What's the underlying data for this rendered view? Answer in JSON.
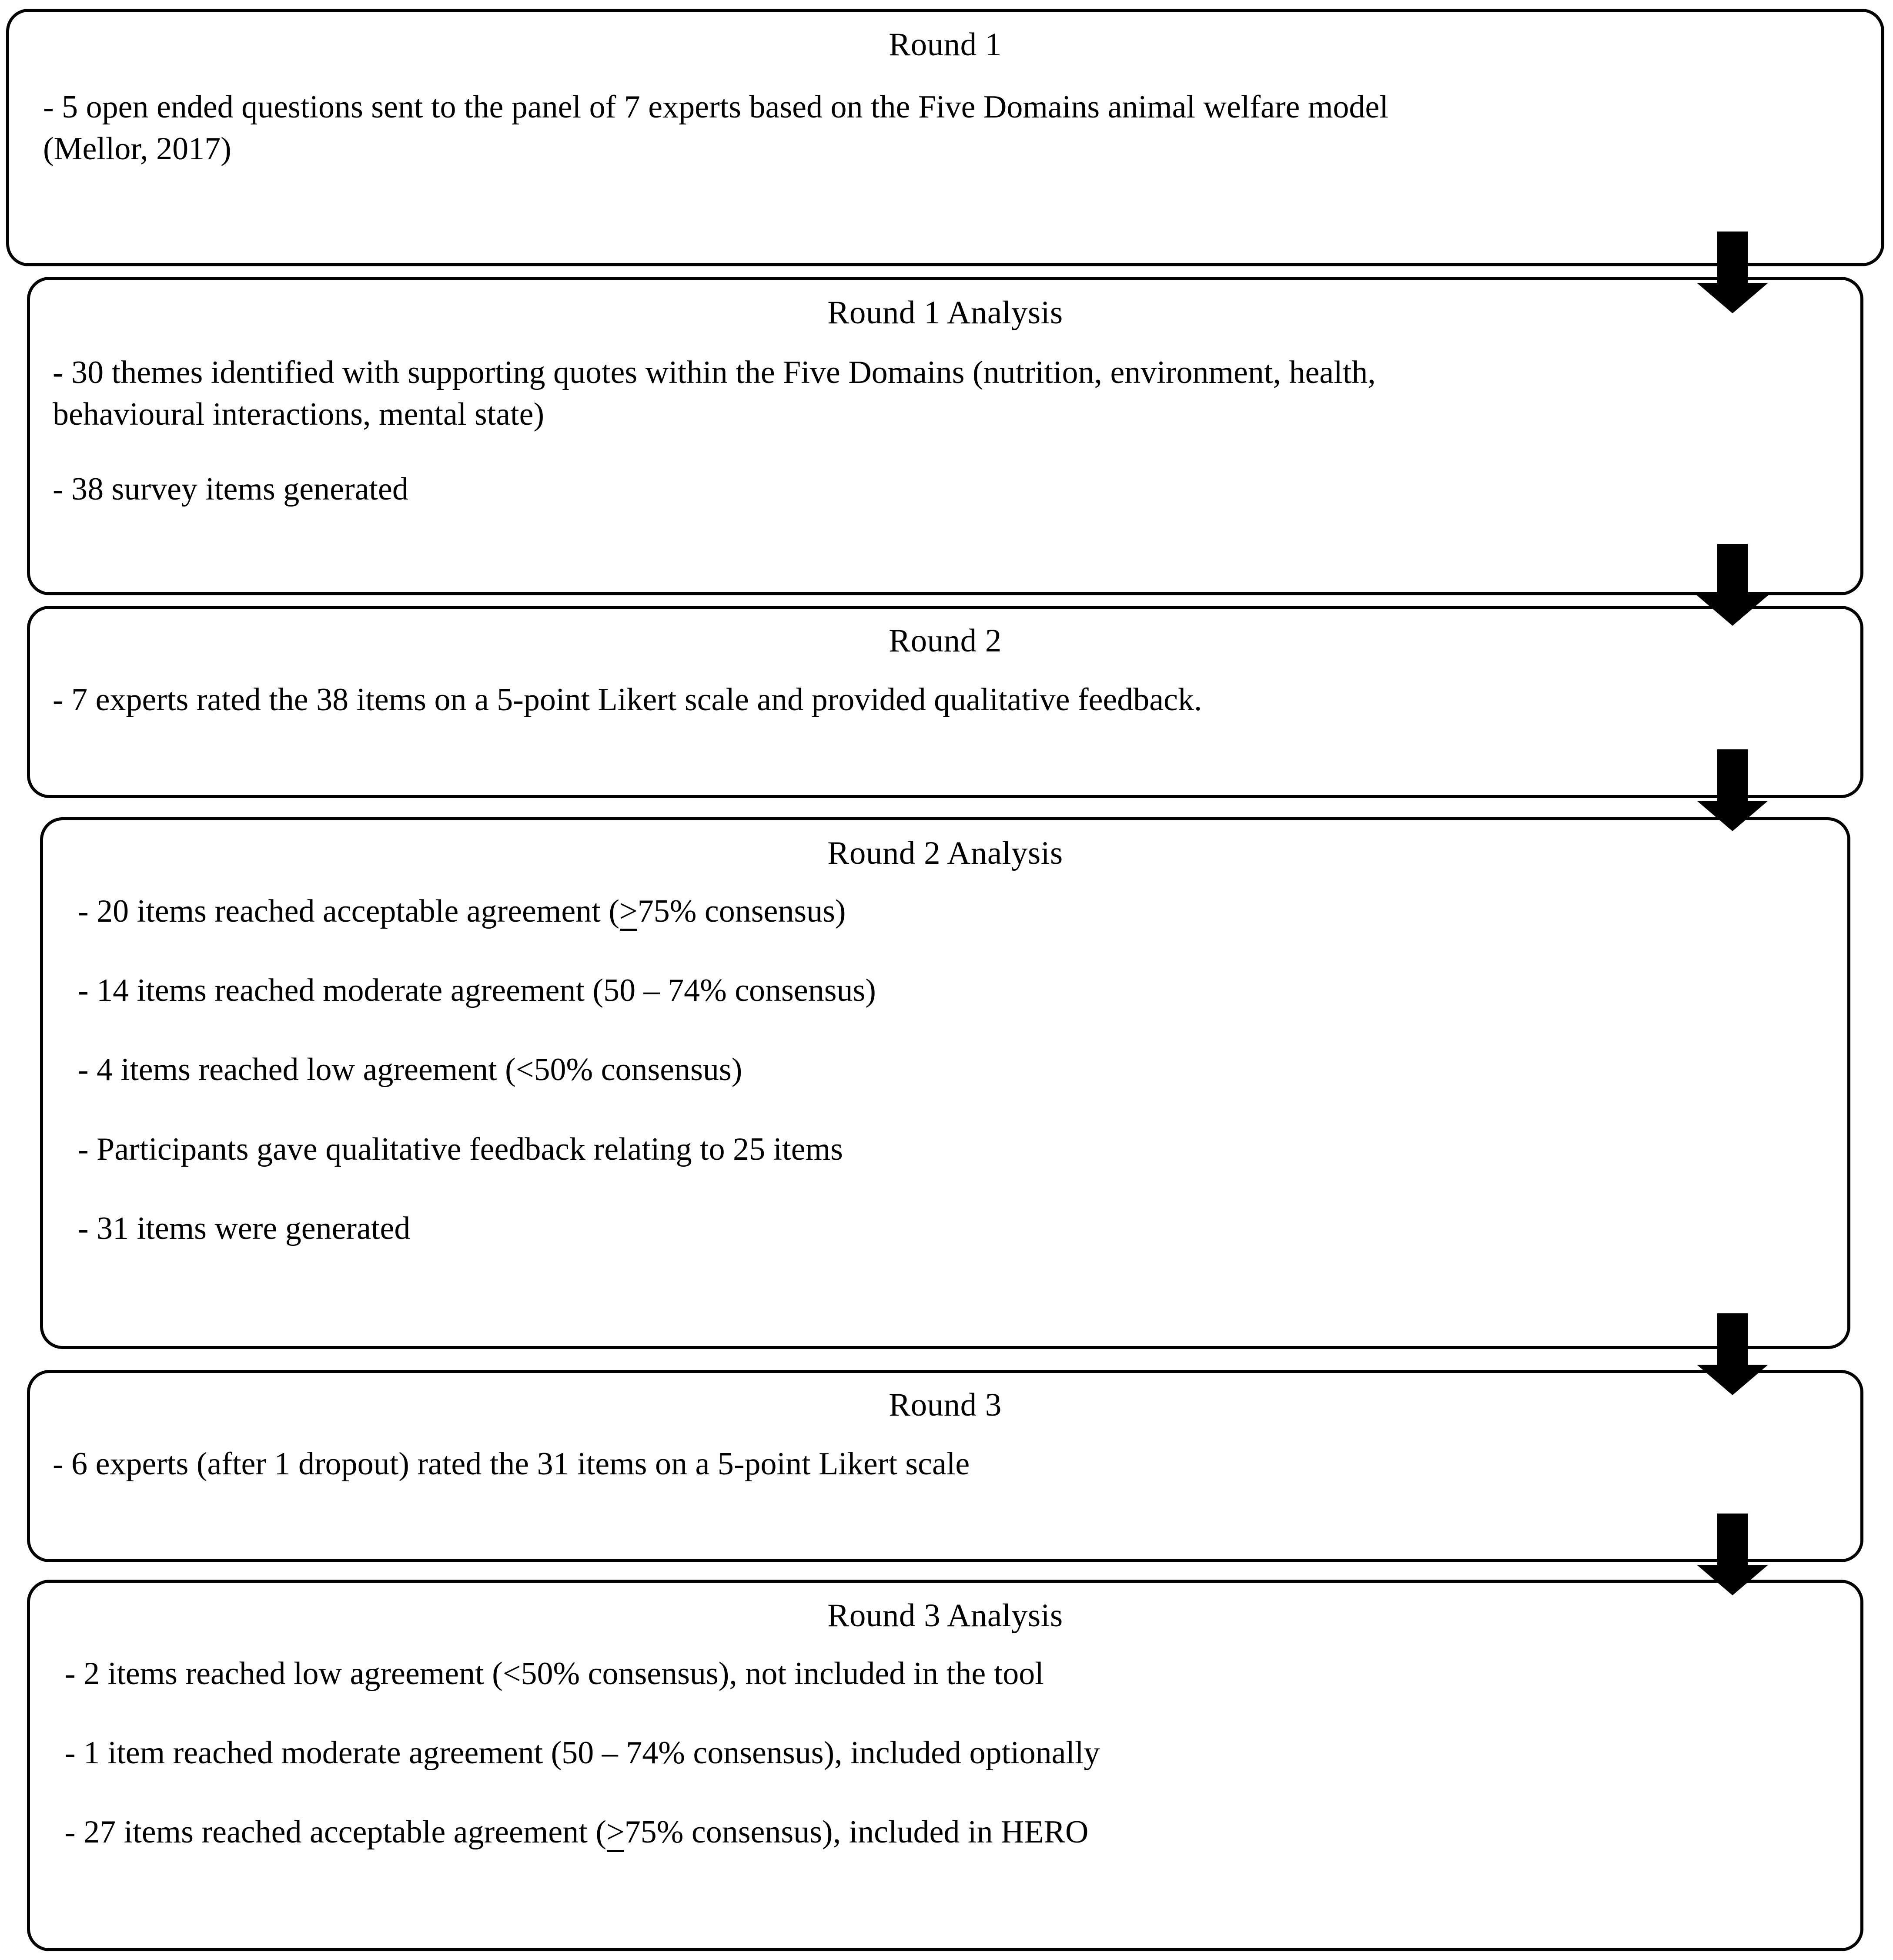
{
  "figure": {
    "type": "flowchart",
    "orientation": "vertical",
    "box_border_color": "#000000",
    "background_color": "#ffffff",
    "arrow_color": "#000000"
  },
  "boxes": [
    {
      "id": "round-1",
      "title": "Round 1",
      "lines": [
        "- 5 open ended questions sent to the panel of 7 experts based on the Five Domains animal welfare model",
        "(Mellor, 2017)"
      ]
    },
    {
      "id": "round-1-analysis",
      "title": "Round 1 Analysis",
      "lines": [
        "- 30 themes identified with supporting quotes within the Five Domains (nutrition, environment, health,",
        "behavioural interactions, mental state)",
        "- 38 survey items generated"
      ]
    },
    {
      "id": "round-2",
      "title": "Round 2",
      "lines": [
        "- 7 experts rated the 38 items on a 5-point Likert scale and provided qualitative feedback."
      ]
    },
    {
      "id": "round-2-analysis",
      "title": "Round 2 Analysis",
      "lines": [
        "- 20 items reached acceptable agreement (≥75% consensus)",
        "- 14 items reached moderate agreement (50 – 74% consensus)",
        "- 4 items reached low agreement (<50% consensus)",
        "- Participants gave qualitative feedback relating to 25 items",
        "- 31 items were generated"
      ]
    },
    {
      "id": "round-3",
      "title": "Round 3",
      "lines": [
        "- 6 experts (after 1 dropout) rated the 31 items on a 5-point Likert scale"
      ]
    },
    {
      "id": "round-3-analysis",
      "title": "Round 3 Analysis",
      "lines": [
        "- 2 items reached low agreement (<50% consensus), not included in the tool",
        "- 1 item reached moderate agreement (50 – 74% consensus), included optionally",
        "- 27 items reached acceptable agreement (≥75% consensus), included in HERO"
      ]
    }
  ],
  "text": {
    "round1_title": "Round 1",
    "round1_line1_a": "- 5 open ended questions sent to the panel of 7 experts based on the Five Domains animal welfare model",
    "round1_line1_b": "(Mellor, 2017)",
    "round1anal_title": "Round 1 Analysis",
    "round1anal_line1_a": "- 30 themes identified with supporting quotes within the Five Domains (nutrition, environment, health,",
    "round1anal_line1_b": "behavioural interactions, mental state)",
    "round1anal_line2": "- 38 survey items generated",
    "round2_title": "Round 2",
    "round2_line1": "- 7 experts rated the 38 items on a 5-point Likert scale and provided qualitative feedback.",
    "round2anal_title": "Round 2 Analysis",
    "round2anal_b1_pre": "- 20 items reached acceptable agreement (",
    "round2anal_b1_geq": ">",
    "round2anal_b1_post": "75% consensus)",
    "round2anal_b2": "- 14 items reached moderate agreement (50 – 74% consensus)",
    "round2anal_b3": "- 4 items reached low agreement (<50% consensus)",
    "round2anal_b4": "- Participants gave qualitative feedback relating to 25 items",
    "round2anal_b5": "- 31 items were generated",
    "round3_title": "Round 3",
    "round3_line1": "- 6 experts (after 1 dropout) rated the 31 items on a 5-point Likert scale",
    "round3anal_title": "Round 3 Analysis",
    "round3anal_b1": "- 2 items reached low agreement (<50% consensus), not included in the tool",
    "round3anal_b2": "- 1 item reached moderate agreement (50 – 74% consensus), included optionally",
    "round3anal_b3_pre": "- 27 items reached acceptable agreement (",
    "round3anal_b3_geq": ">",
    "round3anal_b3_post": "75% consensus), included in HERO"
  },
  "arrows": [
    {
      "id": "arrow-1",
      "from": "round-1",
      "to": "round-1-analysis"
    },
    {
      "id": "arrow-2",
      "from": "round-1-analysis",
      "to": "round-2"
    },
    {
      "id": "arrow-3",
      "from": "round-2",
      "to": "round-2-analysis"
    },
    {
      "id": "arrow-4",
      "from": "round-2-analysis",
      "to": "round-3"
    },
    {
      "id": "arrow-5",
      "from": "round-3",
      "to": "round-3-analysis"
    }
  ]
}
